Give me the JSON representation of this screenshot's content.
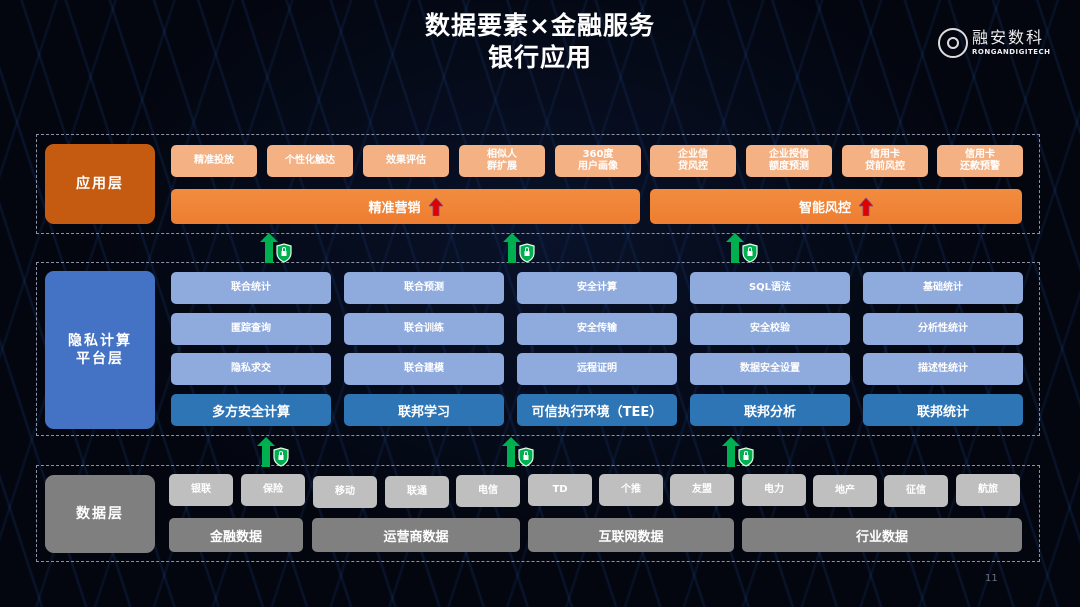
{
  "title": {
    "line1": "数据要素×金融服务",
    "line2": "银行应用"
  },
  "logo": {
    "icon": "rongan-logo-icon",
    "name_cn": "融安数科",
    "name_en": "RONGANDIGITECH"
  },
  "application_layer": {
    "label": "应用层",
    "color": "#c55a11",
    "items": [
      "精准投放",
      "个性化触达",
      "效果评估",
      "相似人\n群扩展",
      "360度\n用户画像",
      "企业信\n贷风控",
      "企业授信\n额度预测",
      "信用卡\n贷前风控",
      "信用卡\n还款预警"
    ],
    "bars": [
      {
        "label": "精准营销",
        "icon": "red-up-arrow-icon"
      },
      {
        "label": "智能风控",
        "icon": "red-up-arrow-icon"
      }
    ]
  },
  "connectors": {
    "icon": "green-up-arrow-with-lock-shield-icon",
    "color": "#00b050"
  },
  "privacy_layer": {
    "label": "隐私计算\n平台层",
    "color": "#4472c4",
    "columns": [
      {
        "items": [
          "联合统计",
          "匿踪查询",
          "隐私求交"
        ],
        "main": "多方安全计算"
      },
      {
        "items": [
          "联合预测",
          "联合训练",
          "联合建模"
        ],
        "main": "联邦学习"
      },
      {
        "items": [
          "安全计算",
          "安全传输",
          "远程证明"
        ],
        "main": "可信执行环境（TEE）"
      },
      {
        "items": [
          "SQL语法",
          "安全校验",
          "数据安全设置"
        ],
        "main": "联邦分析"
      },
      {
        "items": [
          "基础统计",
          "分析性统计",
          "描述性统计"
        ],
        "main": "联邦统计"
      }
    ]
  },
  "data_layer": {
    "label": "数据层",
    "color": "#7f7f7f",
    "items": [
      "银联",
      "保险",
      "移动",
      "联通",
      "电信",
      "TD",
      "个推",
      "友盟",
      "电力",
      "地产",
      "征信",
      "航旅"
    ],
    "groups": [
      "金融数据",
      "运营商数据",
      "互联网数据",
      "行业数据"
    ]
  },
  "page_number": "11"
}
